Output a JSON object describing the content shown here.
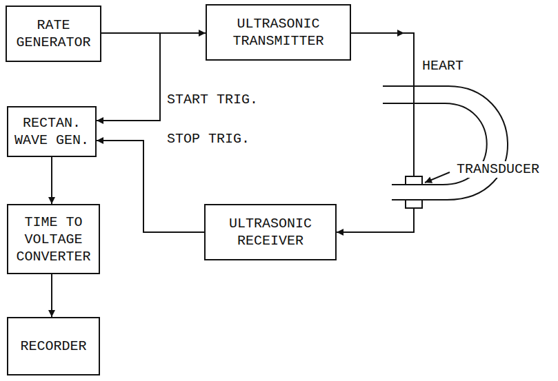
{
  "diagram": {
    "nodes": [
      {
        "text": [
          "RATE GENERATOR"
        ]
      },
      {
        "text": [
          "ULTRASONIC TRANSMITTER"
        ]
      },
      {
        "text": [
          "RECTAN. WAVE GEN."
        ]
      },
      {
        "text": [
          "TIME TO VOLTAGE CONVERTER"
        ]
      },
      {
        "text": [
          "RECORDER"
        ]
      },
      {
        "text": [
          "ULTRASONIC RECEIVER"
        ]
      }
    ],
    "edges": [
      {
        "from": 0,
        "to": 1,
        "arrow": "to"
      },
      {
        "from": 0,
        "to": 2,
        "label": "START TRIG.",
        "arrow": "to"
      },
      {
        "from": 5,
        "to": 2,
        "label": "STOP TRIG.",
        "arrow": "to"
      },
      {
        "from": 2,
        "to": 3,
        "arrow": "to"
      },
      {
        "from": 3,
        "to": 4,
        "arrow": "to"
      }
    ],
    "labels": [
      "HEART",
      "TRANSDUCER"
    ]
  }
}
